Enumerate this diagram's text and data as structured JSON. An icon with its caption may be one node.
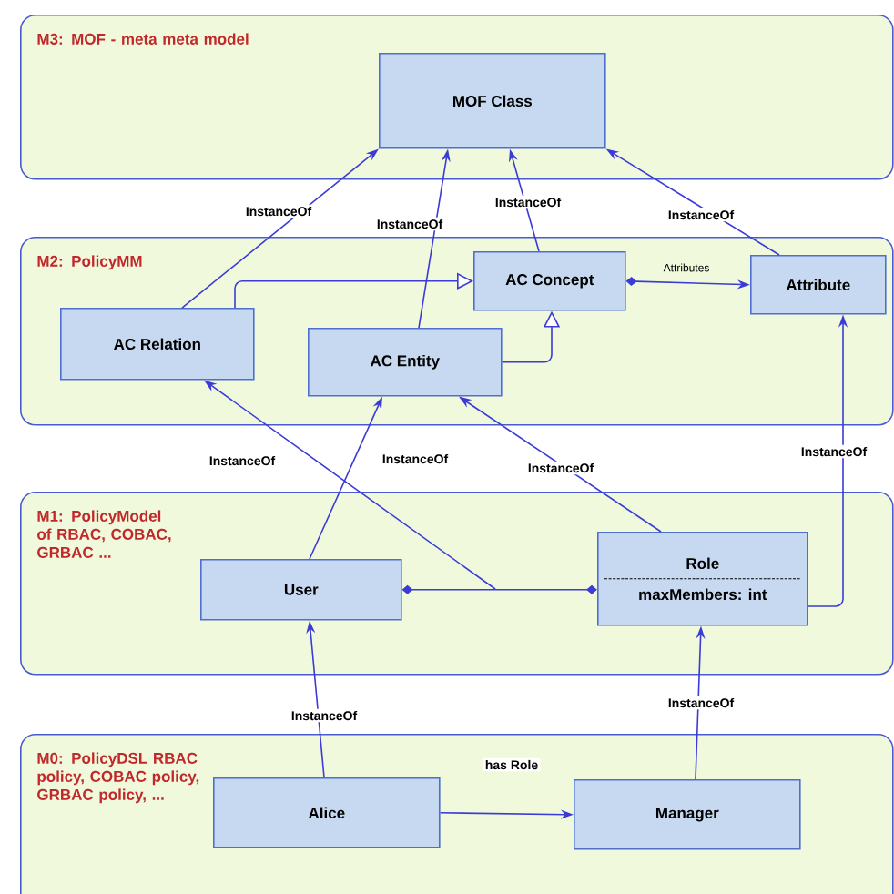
{
  "diagram": {
    "nodes": [
      {
        "text": [
          "M3: MOF - meta meta model"
        ]
      },
      {
        "text": [
          "MOF Class"
        ],
        "in": 0
      },
      {
        "text": [
          "M2: PolicyMM"
        ]
      },
      {
        "text": [
          "AC Relation"
        ],
        "in": 2
      },
      {
        "text": [
          "AC Entity"
        ],
        "in": 2
      },
      {
        "text": [
          "AC Concept"
        ],
        "in": 2
      },
      {
        "text": [
          "Attribute"
        ],
        "in": 2
      },
      {
        "text": [
          "M1: PolicyModel of RBAC, COBAC, GRBAC ..."
        ]
      },
      {
        "text": [
          "User"
        ],
        "in": 7
      },
      {
        "text": [
          "Role",
          "maxMembers: int"
        ],
        "in": 7
      },
      {
        "text": [
          "M0: PolicyDSL RBAC policy, COBAC policy, GRBAC policy, ..."
        ]
      },
      {
        "text": [
          "Alice"
        ],
        "in": 10
      },
      {
        "text": [
          "Manager"
        ],
        "in": 10
      }
    ],
    "edges": [
      {
        "from": 3,
        "to": 1,
        "arrow": "to",
        "label": "InstanceOf"
      },
      {
        "from": 4,
        "to": 1,
        "arrow": "to",
        "label": "InstanceOf"
      },
      {
        "from": 5,
        "to": 1,
        "arrow": "to",
        "label": "InstanceOf"
      },
      {
        "from": 6,
        "to": 1,
        "arrow": "to",
        "label": "InstanceOf"
      },
      {
        "from": 3,
        "to": 5,
        "arrow": "to"
      },
      {
        "from": 4,
        "to": 5,
        "arrow": "to"
      },
      {
        "from": 5,
        "to": 6,
        "arrow": "to",
        "label": "Attributes"
      },
      {
        "from": 8,
        "to": 4,
        "arrow": "to",
        "label": "InstanceOf"
      },
      {
        "from": null,
        "to": 3,
        "arrow": "to",
        "label": "InstanceOf"
      },
      {
        "from": 9,
        "to": 4,
        "arrow": "to",
        "label": "InstanceOf"
      },
      {
        "from": 9,
        "to": 6,
        "arrow": "to",
        "label": "InstanceOf"
      },
      {
        "from": 8,
        "to": 9,
        "arrow": "other"
      },
      {
        "from": 11,
        "to": 8,
        "arrow": "to",
        "label": "InstanceOf"
      },
      {
        "from": 12,
        "to": 9,
        "arrow": "to",
        "label": "InstanceOf"
      },
      {
        "from": 11,
        "to": 12,
        "arrow": "to",
        "label": "has Role"
      }
    ]
  }
}
